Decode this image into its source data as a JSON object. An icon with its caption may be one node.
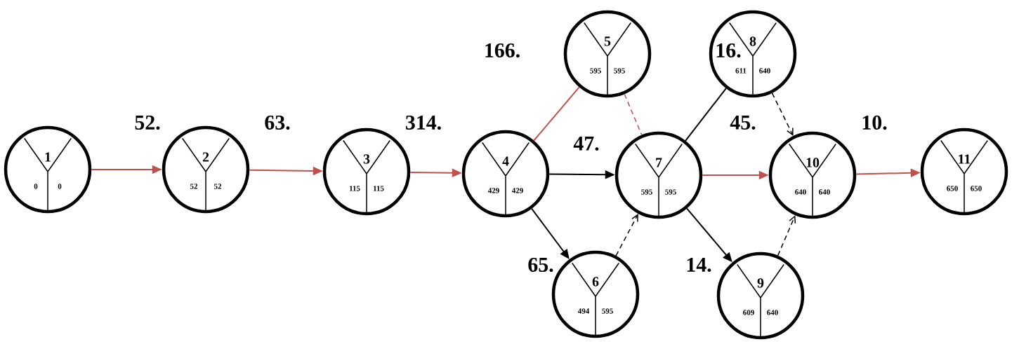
{
  "diagram": {
    "nodes": [
      {
        "text": [
          "1",
          "0",
          "0"
        ]
      },
      {
        "text": [
          "2",
          "52",
          "52"
        ]
      },
      {
        "text": [
          "3",
          "115",
          "115"
        ]
      },
      {
        "text": [
          "4",
          "429",
          "429"
        ]
      },
      {
        "text": [
          "5",
          "595",
          "595"
        ]
      },
      {
        "text": [
          "6",
          "494",
          "595"
        ]
      },
      {
        "text": [
          "7",
          "595",
          "595"
        ]
      },
      {
        "text": [
          "8",
          "611",
          "640"
        ]
      },
      {
        "text": [
          "9",
          "609",
          "640"
        ]
      },
      {
        "text": [
          "10",
          "640",
          "640"
        ]
      },
      {
        "text": [
          "11",
          "650",
          "650"
        ]
      }
    ],
    "edges": [
      {
        "from": 0,
        "to": 1,
        "arrow": "to",
        "label": "52.",
        "color": "#c0504d"
      },
      {
        "from": 1,
        "to": 2,
        "arrow": "to",
        "label": "63.",
        "color": "#c0504d"
      },
      {
        "from": 2,
        "to": 3,
        "arrow": "to",
        "label": "314.",
        "color": "#c0504d"
      },
      {
        "from": 3,
        "to": 4,
        "arrow": "none",
        "label": "166.",
        "color": "#c0504d"
      },
      {
        "from": 4,
        "to": 6,
        "arrow": "none",
        "style": "dashed",
        "color": "#c0504d"
      },
      {
        "from": 3,
        "to": 6,
        "arrow": "to",
        "label": "47.",
        "color": "#000000"
      },
      {
        "from": 3,
        "to": 5,
        "arrow": "to",
        "label": "65.",
        "color": "#000000"
      },
      {
        "from": 5,
        "to": 6,
        "arrow": "to",
        "style": "dashed",
        "color": "#000000"
      },
      {
        "from": 6,
        "to": 7,
        "arrow": "none",
        "label": "16.",
        "color": "#000000"
      },
      {
        "from": 7,
        "to": 9,
        "arrow": "to",
        "style": "dashed",
        "color": "#000000"
      },
      {
        "from": 6,
        "to": 9,
        "arrow": "to",
        "label": "45.",
        "color": "#c0504d"
      },
      {
        "from": 6,
        "to": 8,
        "arrow": "to",
        "label": "14.",
        "color": "#000000"
      },
      {
        "from": 8,
        "to": 9,
        "arrow": "to",
        "style": "dashed",
        "color": "#000000"
      },
      {
        "from": 9,
        "to": 10,
        "arrow": "to",
        "label": "10.",
        "color": "#c0504d"
      }
    ]
  }
}
